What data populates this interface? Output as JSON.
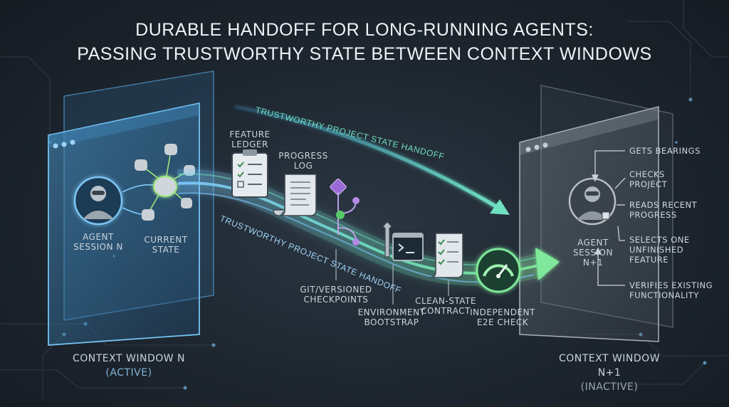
{
  "title": {
    "line1": "DURABLE HANDOFF FOR LONG-RUNNING AGENTS:",
    "line2": "PASSING TRUSTWORTHY STATE BETWEEN CONTEXT WINDOWS"
  },
  "left_window": {
    "agent_label_1": "AGENT",
    "agent_label_2": "SESSION N",
    "state_label_1": "CURRENT",
    "state_label_2": "STATE",
    "caption": "CONTEXT WINDOW N",
    "status": "(ACTIVE)"
  },
  "right_window": {
    "agent_label_1": "AGENT",
    "agent_label_2": "SESSION N+1",
    "caption": "CONTEXT WINDOW N+1",
    "status": "(INACTIVE)",
    "steps": [
      {
        "line1": "GETS BEARINGS",
        "line2": ""
      },
      {
        "line1": "CHECKS",
        "line2": "PROJECT"
      },
      {
        "line1": "READS RECENT",
        "line2": "PROGRESS"
      },
      {
        "line1": "SELECTS ONE",
        "line2": "UNFINISHED",
        "line3": "FEATURE"
      },
      {
        "line1": "VERIFIES EXISTING",
        "line2": "FUNCTIONALITY"
      }
    ]
  },
  "flow": {
    "upper_arrow_label": "TRUSTWORTHY PROJECT STATE HANDOFF",
    "lower_arrow_label": "TRUSTWORTHY PROJECT STATE HANDOFF"
  },
  "artifacts": {
    "feature_ledger": {
      "line1": "FEATURE",
      "line2": "LEDGER",
      "icon": "clipboard-checklist-icon"
    },
    "progress_log": {
      "line1": "PROGRESS",
      "line2": "LOG",
      "icon": "scroll-icon"
    },
    "git": {
      "line1": "GIT/VERSIONED",
      "line2": "CHECKPOINTS",
      "icon": "git-branch-icon"
    },
    "environment": {
      "line1": "ENVIRONMENT",
      "line2": "BOOTSTRAP",
      "icon": "wrench-terminal-icon"
    },
    "clean_state": {
      "line1": "CLEAN-STATE",
      "line2": "CONTRACT",
      "icon": "checklist-scroll-icon"
    },
    "e2e": {
      "line1": "INDEPENDENT",
      "line2": "E2E CHECK",
      "icon": "gauge-icon"
    }
  },
  "colors": {
    "background": "#1d252e",
    "active_window": "#3f86b8",
    "inactive_window": "#8a949c",
    "flow_teal": "#6fe0c0",
    "flow_blue": "#7fc8ff",
    "accent_purple": "#9a6ad8",
    "accent_green": "#58c86a"
  }
}
